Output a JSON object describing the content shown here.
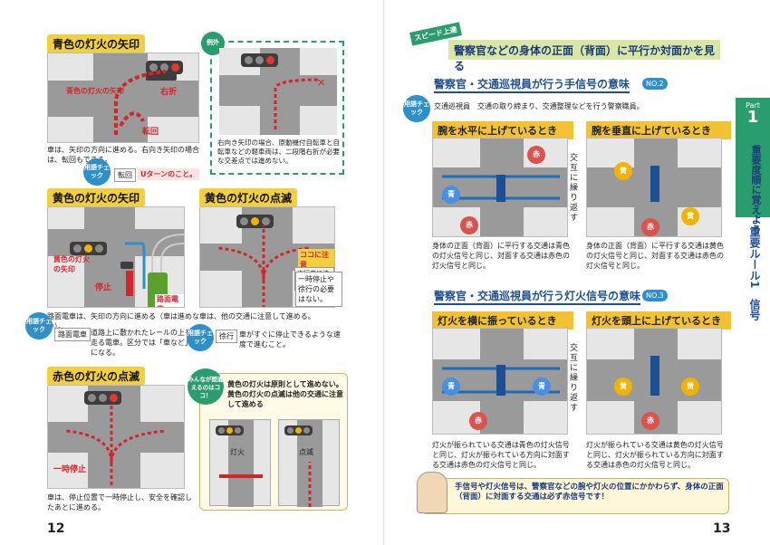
{
  "left": {
    "page_number": "12",
    "s1": {
      "title": "青色の灯火の矢印",
      "lbl_arrow": "青色の灯火の矢印",
      "lbl_right": "右折",
      "lbl_uturn": "転回",
      "body": "車は、矢印の方向に進める。右向き矢印の場合は、転回もできる。",
      "yougo_badge": "用語チェック",
      "yougo_term": "転回",
      "yougo_def": "Uターンのこと。",
      "exception_badge": "例外",
      "exception_body": "右向き矢印の場合、原動機付自転車と自転車などの軽車両は、二段階右折が必要な交差点では進めない。"
    },
    "s2": {
      "title": "黄色の灯火の矢印",
      "lbl_arrow": "黄色の灯火の矢印",
      "lbl_stop": "停止",
      "lbl_tram": "路面電車",
      "body": "路面電車は、矢印の方向に進める（車は進めない）。",
      "yougo_badge": "用語チェック",
      "yougo_term": "路面電車",
      "yougo_def": "道路上に敷かれたレールの上を走る電車。区分では「車など」になる。"
    },
    "s3": {
      "title": "黄色の灯火の点滅",
      "koko": "ココに注意",
      "pedestrian": "歩行者に注意",
      "note": "一時停止や徐行の必要はない。",
      "body": "車は、他の交通に注意して進める。",
      "yougo_badge": "用語チェック",
      "yougo_term": "徐行",
      "yougo_def": "車がすぐに停止できるような速度で進むこと。"
    },
    "s4": {
      "title": "赤色の灯火の点滅",
      "lbl_stop": "一時停止",
      "body": "車は、停止位置で一時停止し、安全を確認したあとに進める。"
    },
    "compare": {
      "badge": "みんなが間違えるのはココ！",
      "text": "黄色の灯火は原則として進めない。黄色の灯火の点滅は他の交通に注意して進める",
      "lbl_left": "灯火",
      "lbl_right": "点滅"
    }
  },
  "right": {
    "page_number": "13",
    "speed_badge": "スピード上達",
    "main_title": "警察官などの身体の正面（背面）に平行か対面かを見る",
    "section1": {
      "title": "警察官・交通巡視員が行う手信号の意味",
      "no": "NO.2",
      "yougo_badge": "用語チェック",
      "note": "交通巡視員　交通の取り締まり、交通整理などを行う警察職員。",
      "panel_a_title": "腕を水平に上げているとき",
      "panel_b_title": "腕を垂直に上げているとき",
      "alternate": "交互に繰り返す",
      "desc_a": "身体の正面（背面）に平行する交通は青色の灯火信号と同じ、対面する交通は赤色の灯火信号と同じ。",
      "desc_b": "身体の正面（背面）に平行する交通は黄色の灯火信号と同じ、対面する交通は赤色の灯火信号と同じ。"
    },
    "section2": {
      "title": "警察官・交通巡視員が行う灯火信号の意味",
      "no": "NO.3",
      "panel_a_title": "灯火を横に振っているとき",
      "panel_b_title": "灯火を頭上に上げているとき",
      "alternate": "交互に繰り返す",
      "desc_a": "灯火が振られている交通は青色の灯火信号と同じ、灯火が振られている方向に対面する交通は赤色の灯火信号と同じ。",
      "desc_b": "灯火が振られている交通は黄色の灯火信号と同じ、灯火が振られている方向に対面する交通は赤色の灯火信号と同じ。"
    },
    "labels": {
      "blue": "青",
      "red": "赤",
      "yellow": "黄"
    },
    "tip": "手信号や灯火信号は、警察官などの腕や灯火の位置にかかわらず、身体の正面（背面）に対面する交通は必ず赤信号です！",
    "sidetab": {
      "part": "Part",
      "num": "1",
      "line1": "重要度順に覚えよう",
      "line2": "重要ルール1",
      "line3": "信号"
    }
  }
}
